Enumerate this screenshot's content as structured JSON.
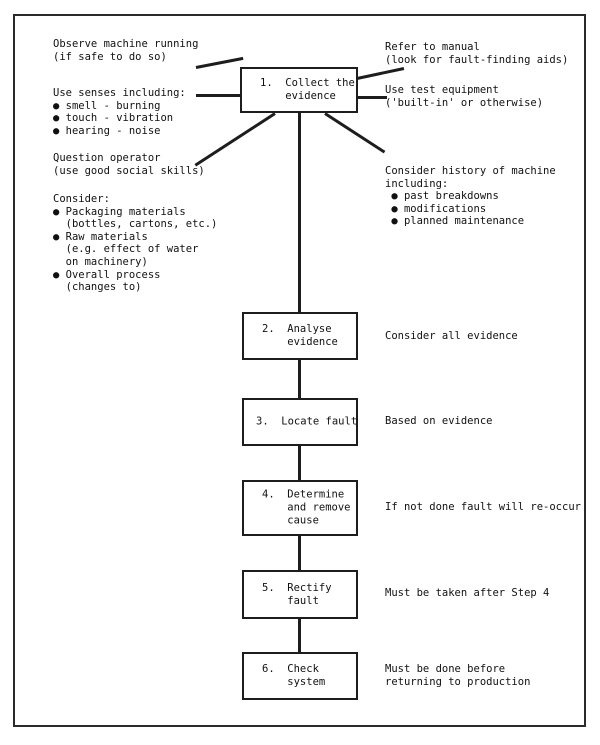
{
  "diagram": {
    "title": "Fault finding procedure flowchart",
    "frame_color": "#2b2b2b",
    "line_color": "#1d1d1d",
    "text_color": "#111111"
  },
  "steps": [
    {
      "id": "step-1",
      "number": "1.",
      "label": "Collect the\n   evidence",
      "text": "1.  Collect the\n    evidence"
    },
    {
      "id": "step-2",
      "number": "2.",
      "label": "Analyse\nevidence",
      "text": "2.  Analyse\n    evidence"
    },
    {
      "id": "step-3",
      "number": "3.",
      "label": "Locate fault",
      "text": "3.  Locate fault"
    },
    {
      "id": "step-4",
      "number": "4.",
      "label": "Determine\nand remove\ncause",
      "text": "4.  Determine\n    and remove\n    cause"
    },
    {
      "id": "step-5",
      "number": "5.",
      "label": "Rectify\nfault",
      "text": "5.  Rectify\n    fault"
    },
    {
      "id": "step-6",
      "number": "6.",
      "label": "Check\nsystem",
      "text": "6.  Check\n    system"
    }
  ],
  "notes_left": [
    {
      "id": "note-observe",
      "text": "Observe machine running\n(if safe to do so)"
    },
    {
      "id": "note-senses",
      "text": "Use senses including:\n● smell - burning\n● touch - vibration\n● hearing - noise"
    },
    {
      "id": "note-question-operator",
      "text": "Question operator\n(use good social skills)"
    },
    {
      "id": "note-consider",
      "text": "Consider:\n● Packaging materials\n  (bottles, cartons, etc.)\n● Raw materials\n  (e.g. effect of water\n  on machinery)\n● Overall process\n  (changes to)"
    }
  ],
  "notes_right": [
    {
      "id": "note-refer-manual",
      "text": "Refer to manual\n(look for fault-finding aids)"
    },
    {
      "id": "note-test-equipment",
      "text": "Use test equipment\n('built-in' or otherwise)"
    },
    {
      "id": "note-history",
      "text": "Consider history of machine\nincluding:\n ● past breakdowns\n ● modifications\n ● planned maintenance"
    }
  ],
  "step_annotations": [
    {
      "id": "annot-step-2",
      "text": "Consider all evidence"
    },
    {
      "id": "annot-step-3",
      "text": "Based on evidence"
    },
    {
      "id": "annot-step-4",
      "text": "If not done fault will re-occur"
    },
    {
      "id": "annot-step-5",
      "text": "Must be taken after Step 4"
    },
    {
      "id": "annot-step-6",
      "text": "Must be done before\nreturning to production"
    }
  ]
}
